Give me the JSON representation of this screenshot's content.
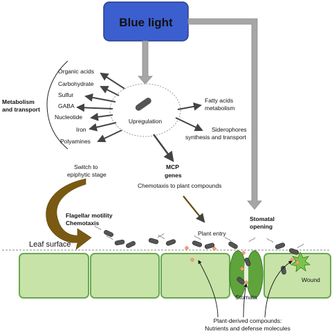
{
  "header": {
    "title": "Blue light"
  },
  "center": {
    "label": "Upregulation"
  },
  "metabolism": {
    "group_label_line1": "Metabolism",
    "group_label_line2": "and transport",
    "items": [
      "Organic acids",
      "Carbohydrate",
      "Sulfur",
      "GABA",
      "Nucleotide",
      "Iron",
      "Polyamines"
    ]
  },
  "right_items": {
    "fatty_line1": "Fatty acids",
    "fatty_line2": "metabolism",
    "sidero_line1": "Siderophores",
    "sidero_line2": "synthesis and transport"
  },
  "mcp": {
    "line1": "MCP",
    "line2": "genes",
    "chemotaxis": "Chemotaxis to plant compounds"
  },
  "epiphytic": {
    "line1": "Switch to",
    "line2": "epiphytic stage"
  },
  "motility": {
    "line1": "Flagellar motility",
    "line2": "Chemotaxis"
  },
  "plant_entry": "Plant entry",
  "stomatal": {
    "line1": "Stomatal",
    "line2": "opening"
  },
  "leaf_surface": "Leaf surface",
  "stomata": "Stomata",
  "wound": "Wound",
  "plant_compounds": {
    "line1": "Plant-derived compounds:",
    "line2": "Nutrients and defense molecules"
  },
  "colors": {
    "header_fill": "#3b5fcf",
    "header_stroke": "#2a3f8a",
    "arrow_gray": "#a6a6a6",
    "cell_fill": "#c7e3a8",
    "cell_stroke": "#6aa84f",
    "stomata_fill": "#5ea33b",
    "motility_arrow": "#7a5a12",
    "bacterium": "#555555"
  }
}
